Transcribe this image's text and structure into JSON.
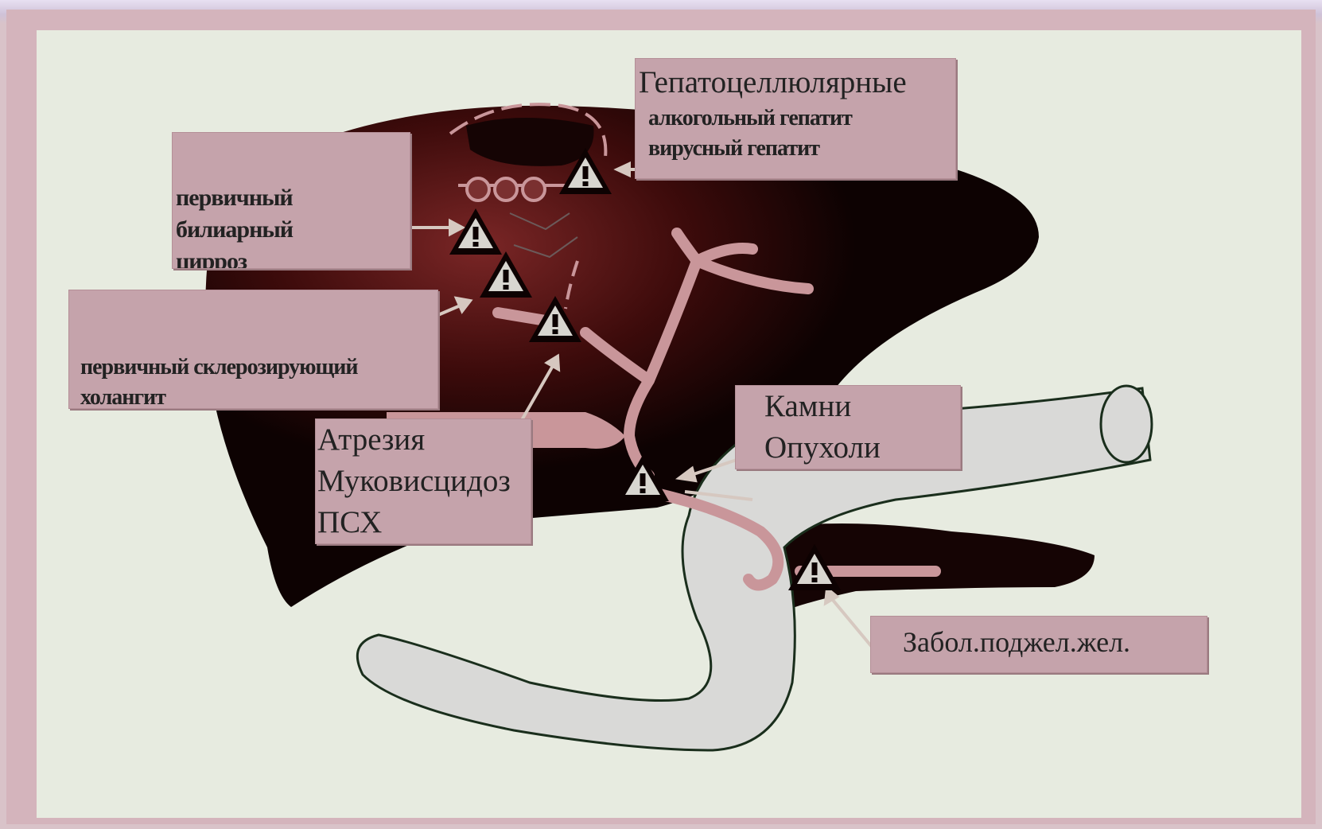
{
  "labels": {
    "hepatocellular": {
      "title": "Гепатоцеллюлярные",
      "lines": [
        "алкогольный гепатит",
        "вирусный гепатит"
      ]
    },
    "pbc": {
      "lines": [
        "первичный",
        "билиарный",
        "цирроз"
      ]
    },
    "psc": {
      "lines": [
        "первичный склерозирующий",
        "холангит"
      ]
    },
    "atresia": {
      "lines": [
        "Атрезия",
        "Муковисцидоз",
        "ПСХ"
      ]
    },
    "stones": {
      "lines": [
        "Камни",
        "Опухоли"
      ]
    },
    "pancreas": {
      "text": "Забол.поджел.жел."
    }
  },
  "colors": {
    "liver": "#0d0202",
    "liver_highlight": "#6e1c1c",
    "duct": "#c9969a",
    "intestine": "#d9d9d7",
    "label_bg": "#c5a3ab",
    "background": "#e7ebe0"
  },
  "icons": [
    "warning-triangle-icon"
  ]
}
